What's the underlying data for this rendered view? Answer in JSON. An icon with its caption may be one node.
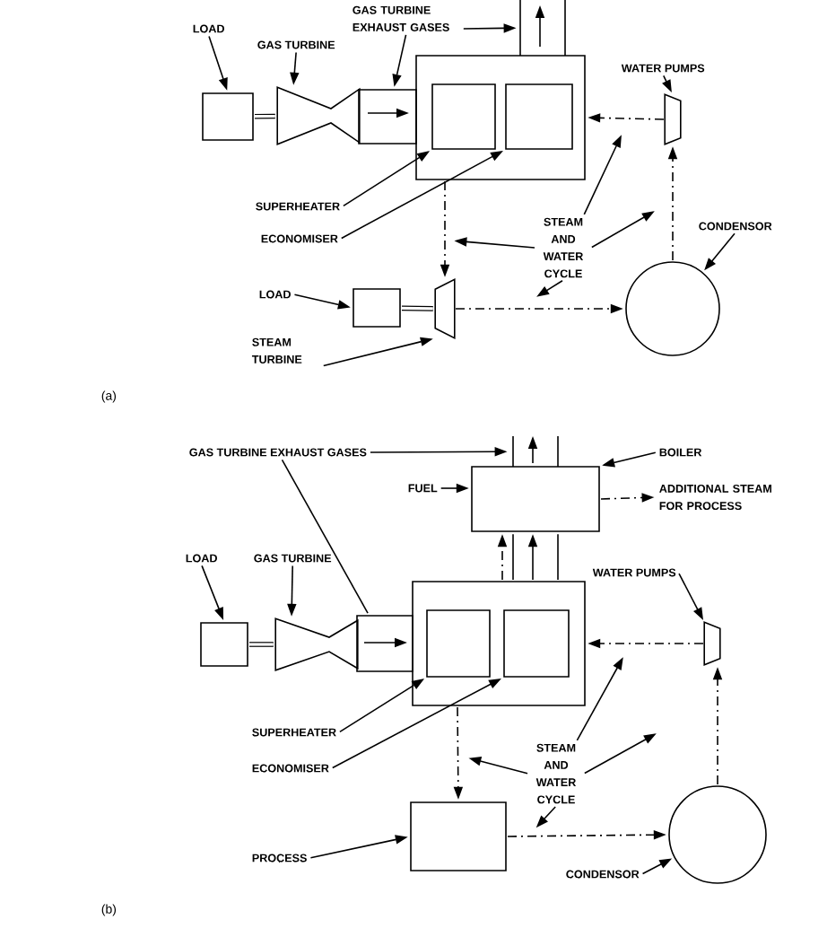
{
  "diagram": {
    "nodes": [
      {
        "text": [
          "LOAD"
        ]
      },
      {
        "text": [
          "GAS TURBINE"
        ]
      },
      {
        "text": [
          "GAS TURBINE EXHAUST GASES"
        ]
      },
      {
        "text": [],
        "shape": "box"
      },
      {
        "text": [],
        "shape": "bowtie"
      },
      {
        "text": [],
        "shape": "box"
      },
      {
        "text": [],
        "shape": "box"
      },
      {
        "text": [],
        "shape": "box",
        "in": 6
      },
      {
        "text": [],
        "shape": "box",
        "in": 6
      },
      {
        "text": [
          "WATER PUMPS"
        ]
      },
      {
        "text": [],
        "shape": "trapezoid"
      },
      {
        "text": [
          "SUPERHEATER"
        ]
      },
      {
        "text": [
          "ECONOMISER"
        ]
      },
      {
        "text": [
          "STEAM AND WATER CYCLE"
        ]
      },
      {
        "text": [
          "CONDENSOR"
        ]
      },
      {
        "text": [],
        "shape": "circle"
      },
      {
        "text": [
          "LOAD"
        ]
      },
      {
        "text": [],
        "shape": "box"
      },
      {
        "text": [],
        "shape": "trapezoid"
      },
      {
        "text": [
          "STEAM TURBINE"
        ]
      },
      {
        "text": [
          "GAS TURBINE EXHAUST GASES"
        ]
      },
      {
        "text": [
          "BOILER"
        ]
      },
      {
        "text": [
          "FUEL"
        ]
      },
      {
        "text": [],
        "shape": "box"
      },
      {
        "text": [
          "ADDITIONAL STEAM FOR PROCESS"
        ]
      },
      {
        "text": [
          "LOAD"
        ]
      },
      {
        "text": [
          "GAS TURBINE"
        ]
      },
      {
        "text": [
          "WATER PUMPS"
        ]
      },
      {
        "text": [],
        "shape": "box"
      },
      {
        "text": [],
        "shape": "bowtie"
      },
      {
        "text": [],
        "shape": "box"
      },
      {
        "text": [],
        "shape": "box"
      },
      {
        "text": [],
        "shape": "box",
        "in": 31
      },
      {
        "text": [],
        "shape": "box",
        "in": 31
      },
      {
        "text": [],
        "shape": "trapezoid"
      },
      {
        "text": [
          "SUPERHEATER"
        ]
      },
      {
        "text": [
          "ECONOMISER"
        ]
      },
      {
        "text": [
          "STEAM AND WATER CYCLE"
        ]
      },
      {
        "text": [],
        "shape": "box"
      },
      {
        "text": [
          "PROCESS"
        ]
      },
      {
        "text": [],
        "shape": "circle"
      },
      {
        "text": [
          "CONDENSOR"
        ]
      }
    ],
    "edges": [
      {
        "from": 0,
        "to": 3,
        "arrow": "to"
      },
      {
        "from": 1,
        "to": 4,
        "arrow": "to"
      },
      {
        "from": 2,
        "to": 5,
        "arrow": "to"
      },
      {
        "from": 2,
        "to": 6,
        "arrow": "to"
      },
      {
        "from": 3,
        "to": 4,
        "arrow": "none",
        "style": "thick"
      },
      {
        "from": 9,
        "to": 10,
        "arrow": "to"
      },
      {
        "from": 11,
        "to": 7,
        "arrow": "to"
      },
      {
        "from": 12,
        "to": 8,
        "arrow": "to"
      },
      {
        "from": 6,
        "to": 18,
        "arrow": "to",
        "style": "dashed"
      },
      {
        "from": 18,
        "to": 15,
        "arrow": "to",
        "style": "dashed"
      },
      {
        "from": 15,
        "to": 10,
        "arrow": "to",
        "style": "dashed"
      },
      {
        "from": 10,
        "to": 6,
        "arrow": "to",
        "style": "dashed"
      },
      {
        "from": 13,
        "to": null,
        "arrow": "to"
      },
      {
        "from": 13,
        "to": null,
        "arrow": "to"
      },
      {
        "from": 13,
        "to": null,
        "arrow": "to"
      },
      {
        "from": 13,
        "to": null,
        "arrow": "to"
      },
      {
        "from": 14,
        "to": 15,
        "arrow": "to"
      },
      {
        "from": 16,
        "to": 17,
        "arrow": "to"
      },
      {
        "from": 19,
        "to": 18,
        "arrow": "to"
      },
      {
        "from": 17,
        "to": 18,
        "arrow": "none",
        "style": "thick"
      },
      {
        "from": 20,
        "to": 23,
        "arrow": "to"
      },
      {
        "from": 20,
        "to": 30,
        "arrow": "none"
      },
      {
        "from": 21,
        "to": 23,
        "arrow": "to"
      },
      {
        "from": 22,
        "to": 23,
        "arrow": "to"
      },
      {
        "from": 23,
        "to": 24,
        "arrow": "to",
        "style": "dashed"
      },
      {
        "from": 31,
        "to": 23,
        "arrow": "to"
      },
      {
        "from": 31,
        "to": 23,
        "arrow": "to",
        "style": "dashed"
      },
      {
        "from": 25,
        "to": 28,
        "arrow": "to"
      },
      {
        "from": 26,
        "to": 29,
        "arrow": "to"
      },
      {
        "from": 28,
        "to": 29,
        "arrow": "none",
        "style": "thick"
      },
      {
        "from": 27,
        "to": 34,
        "arrow": "to"
      },
      {
        "from": 34,
        "to": 31,
        "arrow": "to",
        "style": "dashed"
      },
      {
        "from": 31,
        "to": 38,
        "arrow": "to",
        "style": "dashed"
      },
      {
        "from": 38,
        "to": 40,
        "arrow": "to",
        "style": "dashed"
      },
      {
        "from": 40,
        "to": 34,
        "arrow": "to",
        "style": "dashed"
      },
      {
        "from": 35,
        "to": 32,
        "arrow": "to"
      },
      {
        "from": 36,
        "to": 33,
        "arrow": "to"
      },
      {
        "from": 37,
        "to": null,
        "arrow": "to"
      },
      {
        "from": 37,
        "to": null,
        "arrow": "to"
      },
      {
        "from": 37,
        "to": null,
        "arrow": "to"
      },
      {
        "from": 37,
        "to": null,
        "arrow": "to"
      },
      {
        "from": 39,
        "to": 38,
        "arrow": "to"
      },
      {
        "from": 41,
        "to": 40,
        "arrow": "to"
      },
      {
        "from": 31,
        "to": 23,
        "arrow": "none"
      },
      {
        "from": 31,
        "to": 23,
        "arrow": "none"
      }
    ],
    "labels": [
      "(a)",
      "(b)"
    ]
  }
}
